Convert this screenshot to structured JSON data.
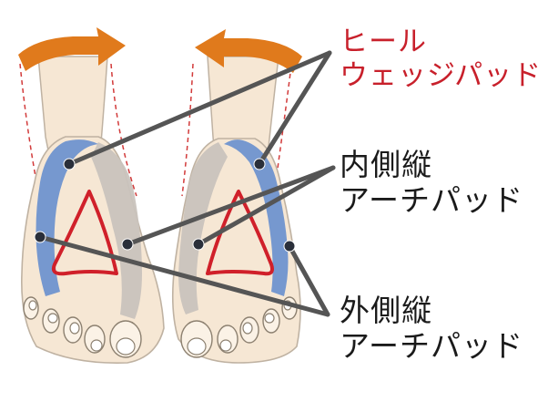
{
  "labels": {
    "heel_wedge": {
      "line1": "ヒール",
      "line2": "ウェッジパッド",
      "color": "#c8202b"
    },
    "medial_arch": {
      "line1": "内側縦",
      "line2": "アーチパッド",
      "color": "#1a1a1a"
    },
    "lateral_arch": {
      "line1": "外側縦",
      "line2": "アーチパッド",
      "color": "#1a1a1a"
    }
  },
  "colors": {
    "rotation_arrow": "#e07a1c",
    "heel_wedge_pad": "#6f93cf",
    "arch_pad": "#c9c3bd",
    "arch_outline": "#d0202a",
    "skin": "#f6e7d4",
    "leader_line": "#555555"
  },
  "icons": [
    "left-rotation-arrow-icon",
    "right-rotation-arrow-icon"
  ]
}
